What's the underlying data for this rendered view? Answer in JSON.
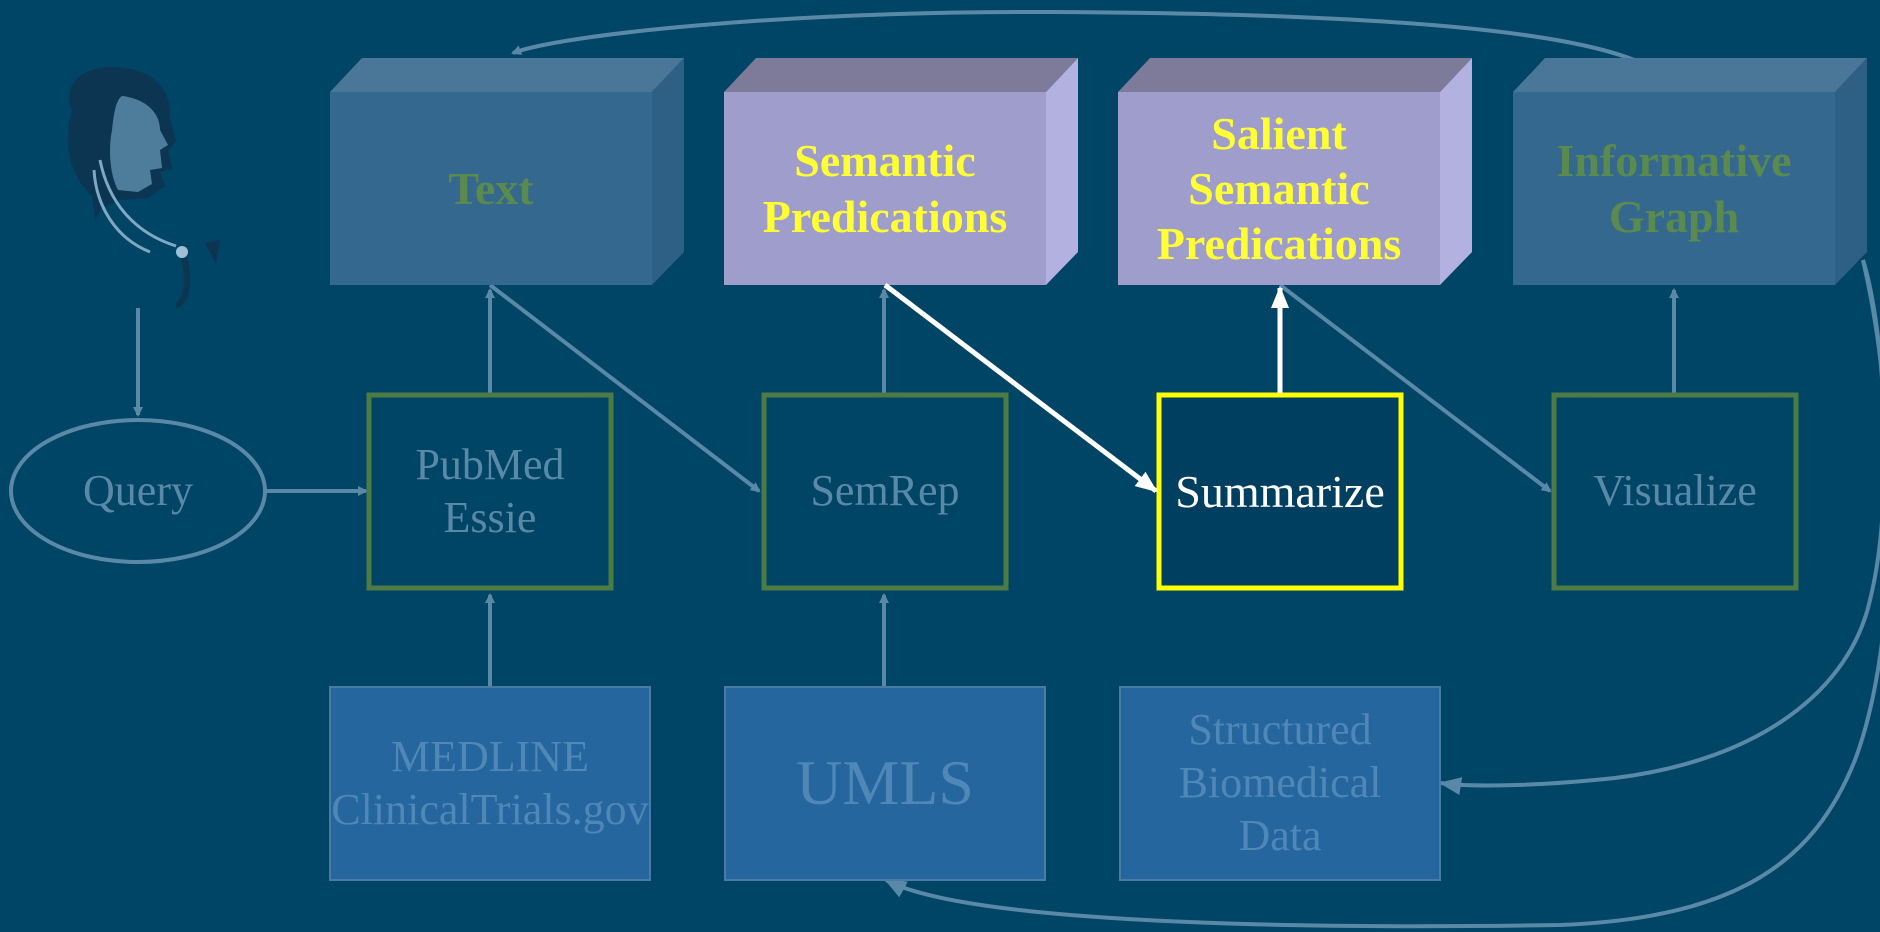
{
  "colors": {
    "background": "#004466",
    "dim_arrow": "#5a89a8",
    "bright_arrow": "#ffffff",
    "process_border": "#4c7c44",
    "highlight_border": "#ffff00",
    "highlight_text": "#ffff33",
    "dim_header_text": "#5a8a4e",
    "dim_box_front": "#35688f",
    "bright_box_front": "#9e9dcb",
    "source_box": "#26669f"
  },
  "user": {
    "icon": "doctor-with-stethoscope"
  },
  "query": {
    "label": "Query"
  },
  "headers": {
    "text": "Text",
    "semantic_predications": "Semantic\nPredications",
    "salient_semantic_predications": "Salient\nSemantic\nPredications",
    "informative_graph": "Informative\nGraph"
  },
  "processes": {
    "pubmed_essie": "PubMed\nEssie",
    "semrep": "SemRep",
    "summarize": "Summarize",
    "visualize": "Visualize"
  },
  "sources": {
    "medline": "MEDLINE\nClinicalTrials.gov",
    "umls": "UMLS",
    "structured_data": "Structured\nBiomedical\nData"
  }
}
